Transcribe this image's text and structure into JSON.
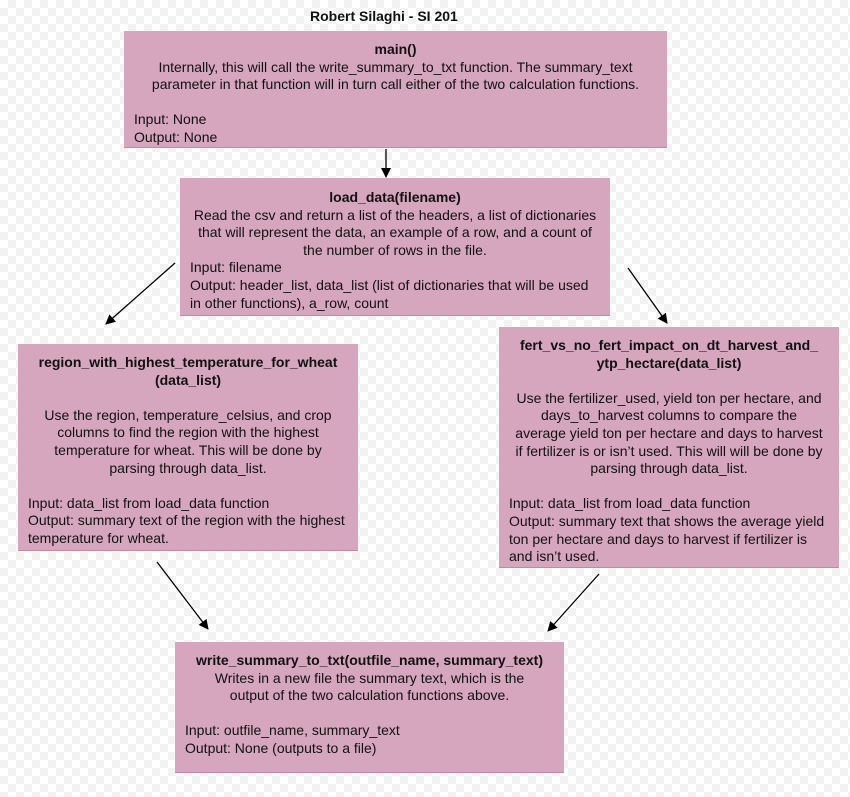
{
  "title": "Robert Silaghi - SI 201",
  "boxes": {
    "main": {
      "name": "main()",
      "desc": "Internally, this will call the write_summary_to_txt function. The summary_text parameter in that function will in turn call either of the two calculation functions.",
      "input": "Input: None",
      "output": "Output: None"
    },
    "load_data": {
      "name": "load_data(filename)",
      "desc": "Read the csv and return a list of the headers, a list of dictionaries that will represent the data, an example of a row, and a count of the number of rows in the file.",
      "input": "Input: filename",
      "output": "Output: header_list, data_list (list of dictionaries that will be used in other functions), a_row, count"
    },
    "region": {
      "name": "region_with_highest_temperature_for_wheat (data_list)",
      "desc": "Use the region, temperature_celsius, and crop columns to find the region with the highest temperature for wheat. This will be done by parsing through data_list.",
      "input": "Input: data_list from load_data function",
      "output": "Output: summary text of the region with the highest temperature for wheat."
    },
    "fert": {
      "name": "fert_vs_no_fert_impact_on_dt_harvest_and_ ytp_hectare(data_list)",
      "desc": "Use the fertilizer_used, yield ton per hectare, and days_to_harvest columns to compare the average yield ton per hectare and days to harvest if fertilizer is or isn’t used. This will will be done by parsing through data_list.",
      "input": "Input: data_list from load_data function",
      "output": "Output: summary text that shows the average yield ton per hectare and days to harvest if fertilizer is and isn’t used."
    },
    "write": {
      "name": "write_summary_to_txt(outfile_name, summary_text)",
      "desc": "Writes in a new file the summary text, which is the output of the two calculation functions above.",
      "input": "Input: outfile_name, summary_text",
      "output": "Output: None (outputs to a file)"
    }
  },
  "colors": {
    "box_fill": "#d5a6bd",
    "arrow": "#000000"
  }
}
